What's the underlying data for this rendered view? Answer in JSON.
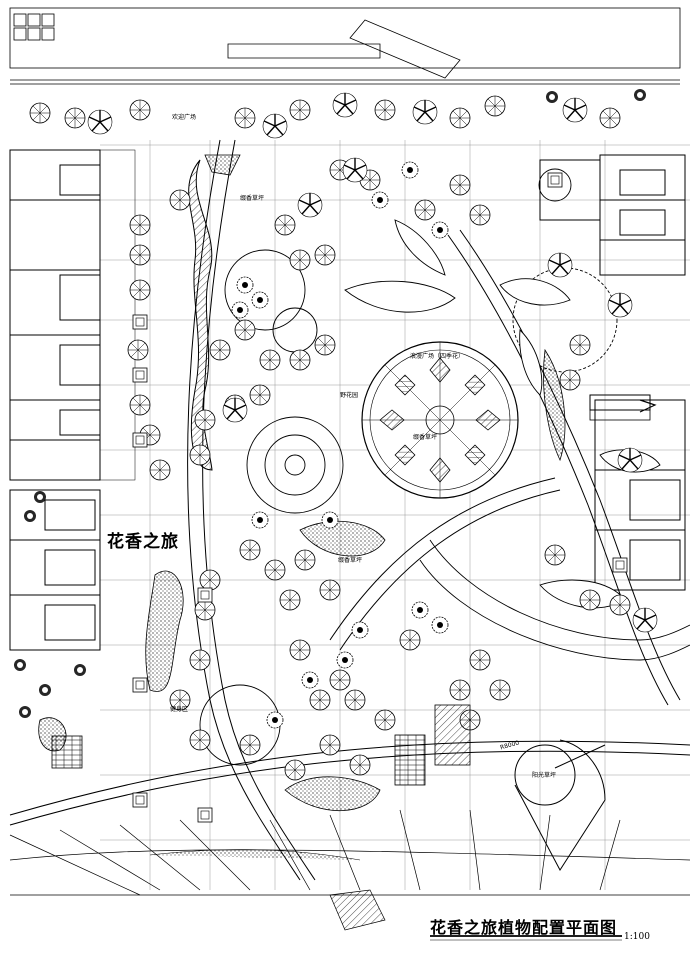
{
  "drawing": {
    "title": "花香之旅植物配置平面图",
    "scale": "1:100",
    "region_label": "花香之旅"
  },
  "zones": [
    {
      "key": "entry",
      "label": "欢迎广场"
    },
    {
      "key": "lawn1",
      "label": "缀香草坪"
    },
    {
      "key": "wildflower",
      "label": "野花园"
    },
    {
      "key": "plaza",
      "label": "浪漫广场（四季花）"
    },
    {
      "key": "lawn2",
      "label": "缀香草坪"
    },
    {
      "key": "lawn3",
      "label": "缀香草坪"
    },
    {
      "key": "fitness",
      "label": "健身区"
    },
    {
      "key": "sunken",
      "label": "阳光草坪"
    }
  ],
  "dimension": "R8000",
  "colors": {
    "ink": "#000000",
    "paper": "#ffffff"
  }
}
